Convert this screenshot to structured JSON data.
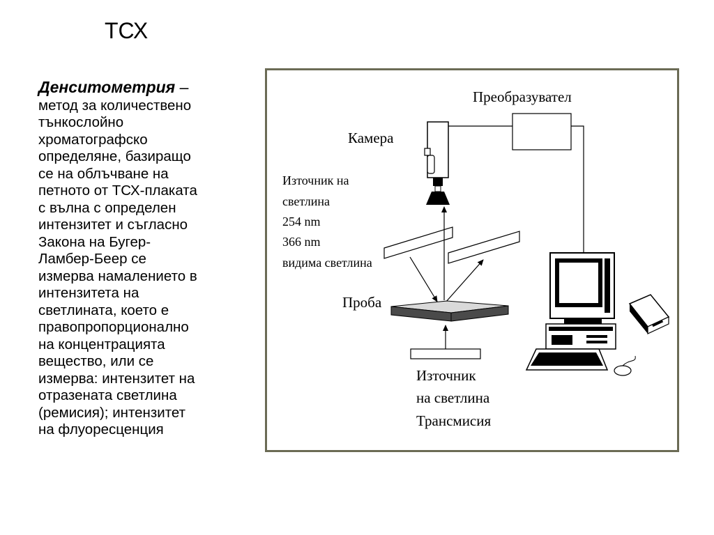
{
  "slide": {
    "title": "ТСХ"
  },
  "body": {
    "term": "Денситометрия",
    "dash": " –",
    "lines": [
      "метод за количествено",
      "тънкослойно",
      "хроматографско",
      "определяне, базиращо",
      "се на облъчване на",
      "петното от ТСХ-плаката",
      "с вълна с определен",
      "интензитет и съгласно",
      "Закона на Бугер-",
      "Ламбер-Беер се",
      "измерва намалението в",
      "интензитета на",
      "светлината, което е",
      "правопропорционално",
      "на концентрацията",
      "вещество, или се",
      "измерва: интензитет на",
      "отразената светлина",
      "(ремисия); интензитет",
      "на флуоресценция"
    ]
  },
  "diagram": {
    "converter_label": "Преобразувател",
    "camera_label": "Камера",
    "light_source_lines": [
      "Източник на",
      "светлина",
      "254 nm",
      "366 nm",
      "видима светлина"
    ],
    "sample_label": "Проба",
    "transmission_lines": [
      "Източник",
      "на светлина",
      "Трансмисия"
    ]
  },
  "colors": {
    "frame_border": "#6b6b55",
    "sample_dark": "#4a4a4a",
    "sample_light": "#d9d9d9"
  }
}
